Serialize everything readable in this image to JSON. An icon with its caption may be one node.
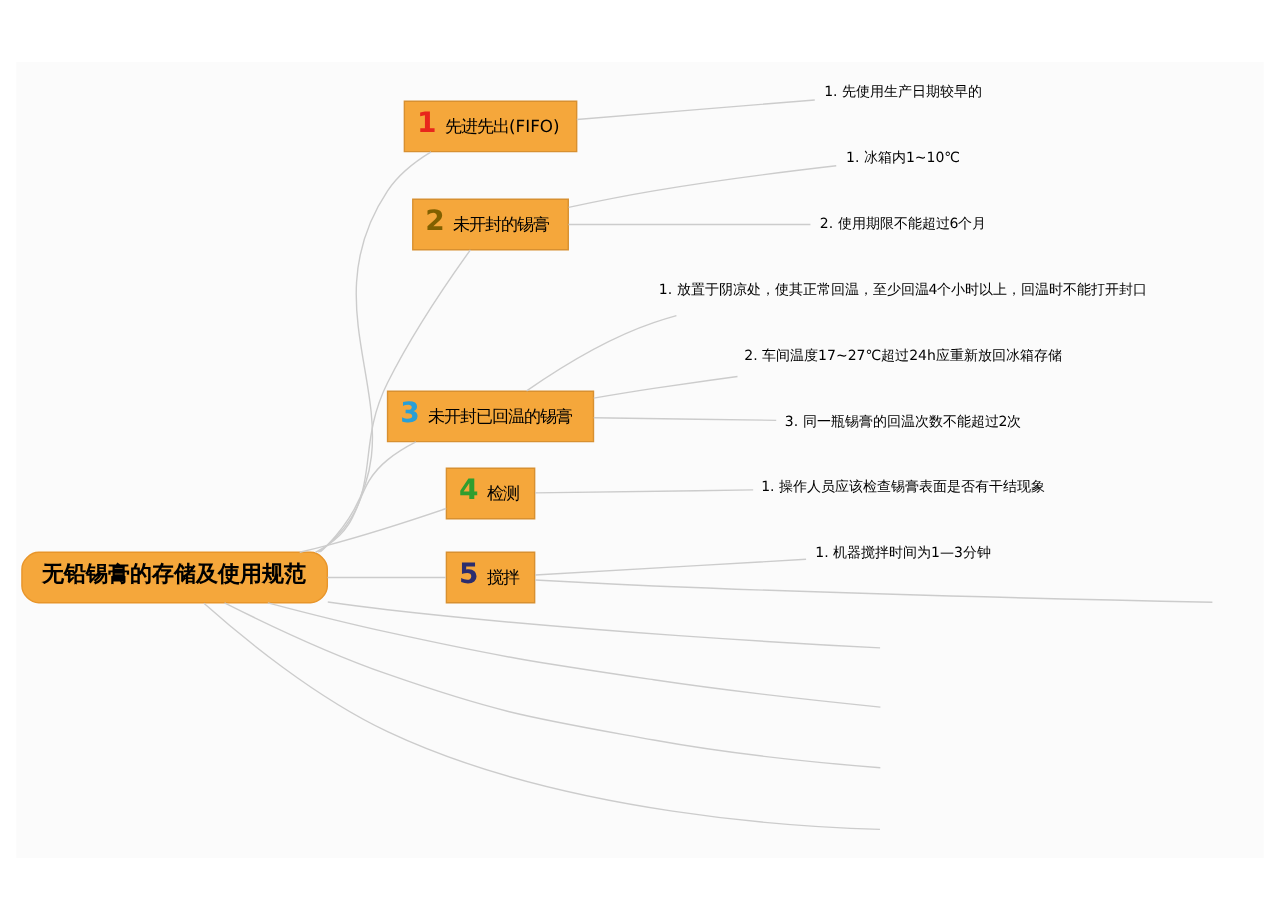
{
  "diagram": {
    "nodes": [
      {
        "text": [
          "无铅锡膏的存储及使用规范"
        ]
      },
      {
        "text": [
          "1",
          "先进先出(FIFO)"
        ]
      },
      {
        "text": [
          "1. 先使用生产日期较早的"
        ]
      },
      {
        "text": [
          "2",
          "未开封的锡膏"
        ]
      },
      {
        "text": [
          "1. 冰箱内1~10℃"
        ]
      },
      {
        "text": [
          "2. 使用期限不能超过6个月"
        ]
      },
      {
        "text": [
          "3",
          "未开封已回温的锡膏"
        ]
      },
      {
        "text": [
          "1. 放置于阴凉处，使其正常回温，至少回温4个小时以上，回温时不能打开封口"
        ]
      },
      {
        "text": [
          "2. 车间温度17~27℃超过24h应重新放回冰箱存储"
        ]
      },
      {
        "text": [
          "3. 同一瓶锡膏的回温次数不能超过2次"
        ]
      },
      {
        "text": [
          "4",
          "检测"
        ]
      },
      {
        "text": [
          "1. 操作人员应该检查锡膏表面是否有干结现象"
        ]
      },
      {
        "text": [
          "5",
          "搅拌"
        ]
      },
      {
        "text": [
          "1. 机器搅拌时间为1—3分钟"
        ]
      }
    ],
    "edges": [
      {
        "from": 0,
        "to": 1,
        "arrow": "none"
      },
      {
        "from": 1,
        "to": 2,
        "arrow": "none"
      },
      {
        "from": 0,
        "to": 3,
        "arrow": "none"
      },
      {
        "from": 3,
        "to": 4,
        "arrow": "none"
      },
      {
        "from": 3,
        "to": 5,
        "arrow": "none"
      },
      {
        "from": 0,
        "to": 6,
        "arrow": "none"
      },
      {
        "from": 6,
        "to": 7,
        "arrow": "none"
      },
      {
        "from": 6,
        "to": 8,
        "arrow": "none"
      },
      {
        "from": 6,
        "to": 9,
        "arrow": "none"
      },
      {
        "from": 0,
        "to": 10,
        "arrow": "none"
      },
      {
        "from": 10,
        "to": 11,
        "arrow": "none"
      },
      {
        "from": 0,
        "to": 12,
        "arrow": "none"
      },
      {
        "from": 12,
        "to": 13,
        "arrow": "none"
      },
      {
        "from": 12,
        "to": null,
        "arrow": "none"
      },
      {
        "from": 0,
        "to": null,
        "arrow": "none"
      },
      {
        "from": 0,
        "to": null,
        "arrow": "none"
      },
      {
        "from": 0,
        "to": null,
        "arrow": "none"
      },
      {
        "from": 0,
        "to": null,
        "arrow": "none"
      }
    ]
  }
}
